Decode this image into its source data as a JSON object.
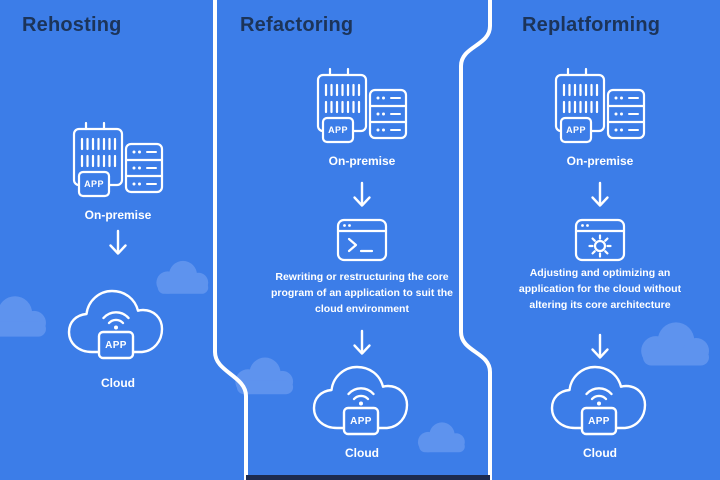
{
  "colors": {
    "background": "#3c7de8",
    "decorative_cloud": "#5e93ee",
    "title_text": "#1c3459",
    "icon_stroke": "#ffffff",
    "footer_bar": "#1d2b4f"
  },
  "icons": {
    "source": "on-premise-server-icon",
    "flow": "down-arrow-icon",
    "refactoring_step": "terminal-window-icon",
    "replatforming_step": "gear-window-icon",
    "target": "cloud-app-icon"
  },
  "columns": [
    {
      "title": "Rehosting",
      "source_label": "On-premise",
      "app_label": "APP",
      "target_label": "Cloud"
    },
    {
      "title": "Refactoring",
      "source_label": "On-premise",
      "app_label": "APP",
      "description": "Rewriting or restructuring the core program of an application to suit the cloud environment",
      "target_label": "Cloud"
    },
    {
      "title": "Replatforming",
      "source_label": "On-premise",
      "app_label": "APP",
      "description": "Adjusting and optimizing an application for the cloud without altering its core architecture",
      "target_label": "Cloud"
    }
  ]
}
